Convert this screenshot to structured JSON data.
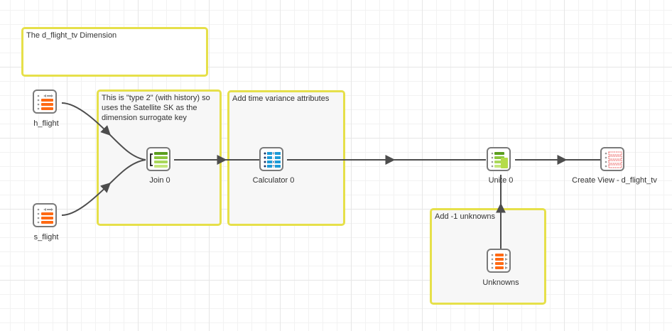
{
  "notes": {
    "title": "The d_flight_tv Dimension",
    "type2": "This is \"type 2\" (with history) so uses the Satellite SK as the dimension surrogate key",
    "time_variance": "Add time variance attributes",
    "unknowns": "Add -1 unknowns"
  },
  "nodes": {
    "h_flight": "h_flight",
    "s_flight": "s_flight",
    "join": "Join 0",
    "calculator": "Calculator 0",
    "unite": "Unite 0",
    "create_view": "Create View - d_flight_tv",
    "unknowns": "Unknowns"
  },
  "colors": {
    "note_border": "#e6e04a",
    "source_orange": "#ff6a14",
    "join_green": "#8cc63f",
    "calc_blue": "#1e9bd7",
    "view_red": "#e84a4a",
    "edge": "#4d4d4d"
  },
  "icons": {
    "h_flight": "table-source-icon",
    "s_flight": "table-source-icon",
    "join": "join-icon",
    "calculator": "calculator-icon",
    "unite": "unite-icon",
    "create_view": "view-icon",
    "unknowns": "table-source-icon"
  }
}
